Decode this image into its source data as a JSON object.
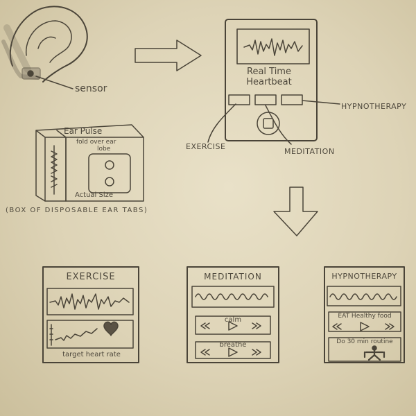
{
  "ear": {
    "sensor_label": "sensor"
  },
  "main_phone": {
    "title_line1": "Real Time",
    "title_line2": "Heartbeat",
    "callouts": {
      "exercise": "EXERCISE",
      "meditation": "MEDITATION",
      "hypnotherapy": "HYPNOTHERAPY"
    }
  },
  "box": {
    "brand": "Ear Pulse",
    "instruction_line1": "fold over ear",
    "instruction_line2": "lobe",
    "size_note": "Actual Size",
    "caption": "(BOX OF DISPOSABLE EAR TABS)"
  },
  "screens": {
    "exercise": {
      "title": "EXERCISE",
      "footer": "target heart rate"
    },
    "meditation": {
      "title": "MEDITATION",
      "track1": "calm",
      "track2": "breathe"
    },
    "hypnotherapy": {
      "title": "HYPNOTHERAPY",
      "track1": "EAT Healthy food",
      "track2": "Do 30 min routine"
    }
  }
}
